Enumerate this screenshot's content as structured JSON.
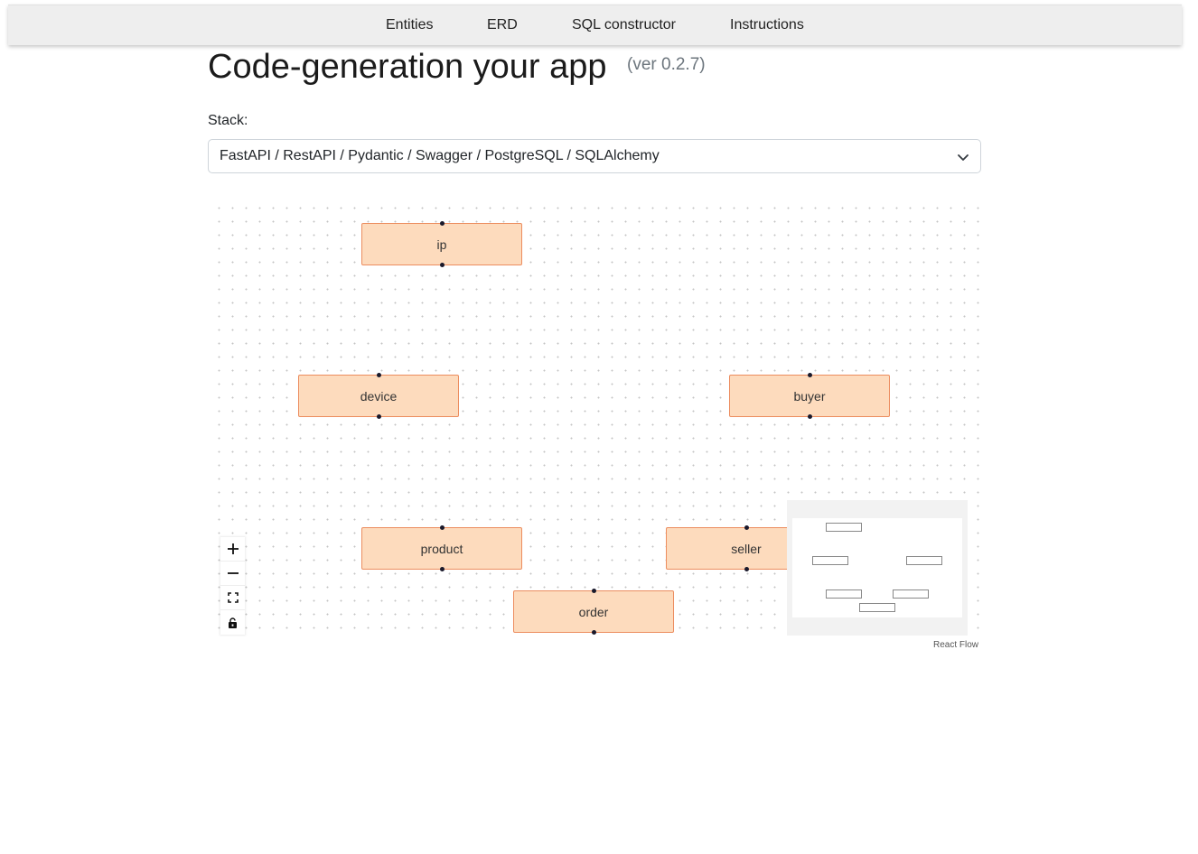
{
  "nav": {
    "entities": "Entities",
    "erd": "ERD",
    "sql_constructor": "SQL constructor",
    "instructions": "Instructions"
  },
  "header": {
    "title": "Code-generation your app",
    "version": "(ver 0.2.7)"
  },
  "stack": {
    "label": "Stack:",
    "selected": "FastAPI / RestAPI / Pydantic / Swagger / PostgreSQL / SQLAlchemy"
  },
  "diagram": {
    "nodes": {
      "ip": "ip",
      "device": "device",
      "buyer": "buyer",
      "product": "product",
      "seller": "seller",
      "order": "order"
    },
    "node_color": "#fddbbd",
    "node_border_color": "#ec8d5f",
    "attribution": "React Flow"
  },
  "controls": {
    "zoom_in": "plus-icon",
    "zoom_out": "minus-icon",
    "fit_view": "fit-view-icon",
    "lock": "lock-icon"
  }
}
